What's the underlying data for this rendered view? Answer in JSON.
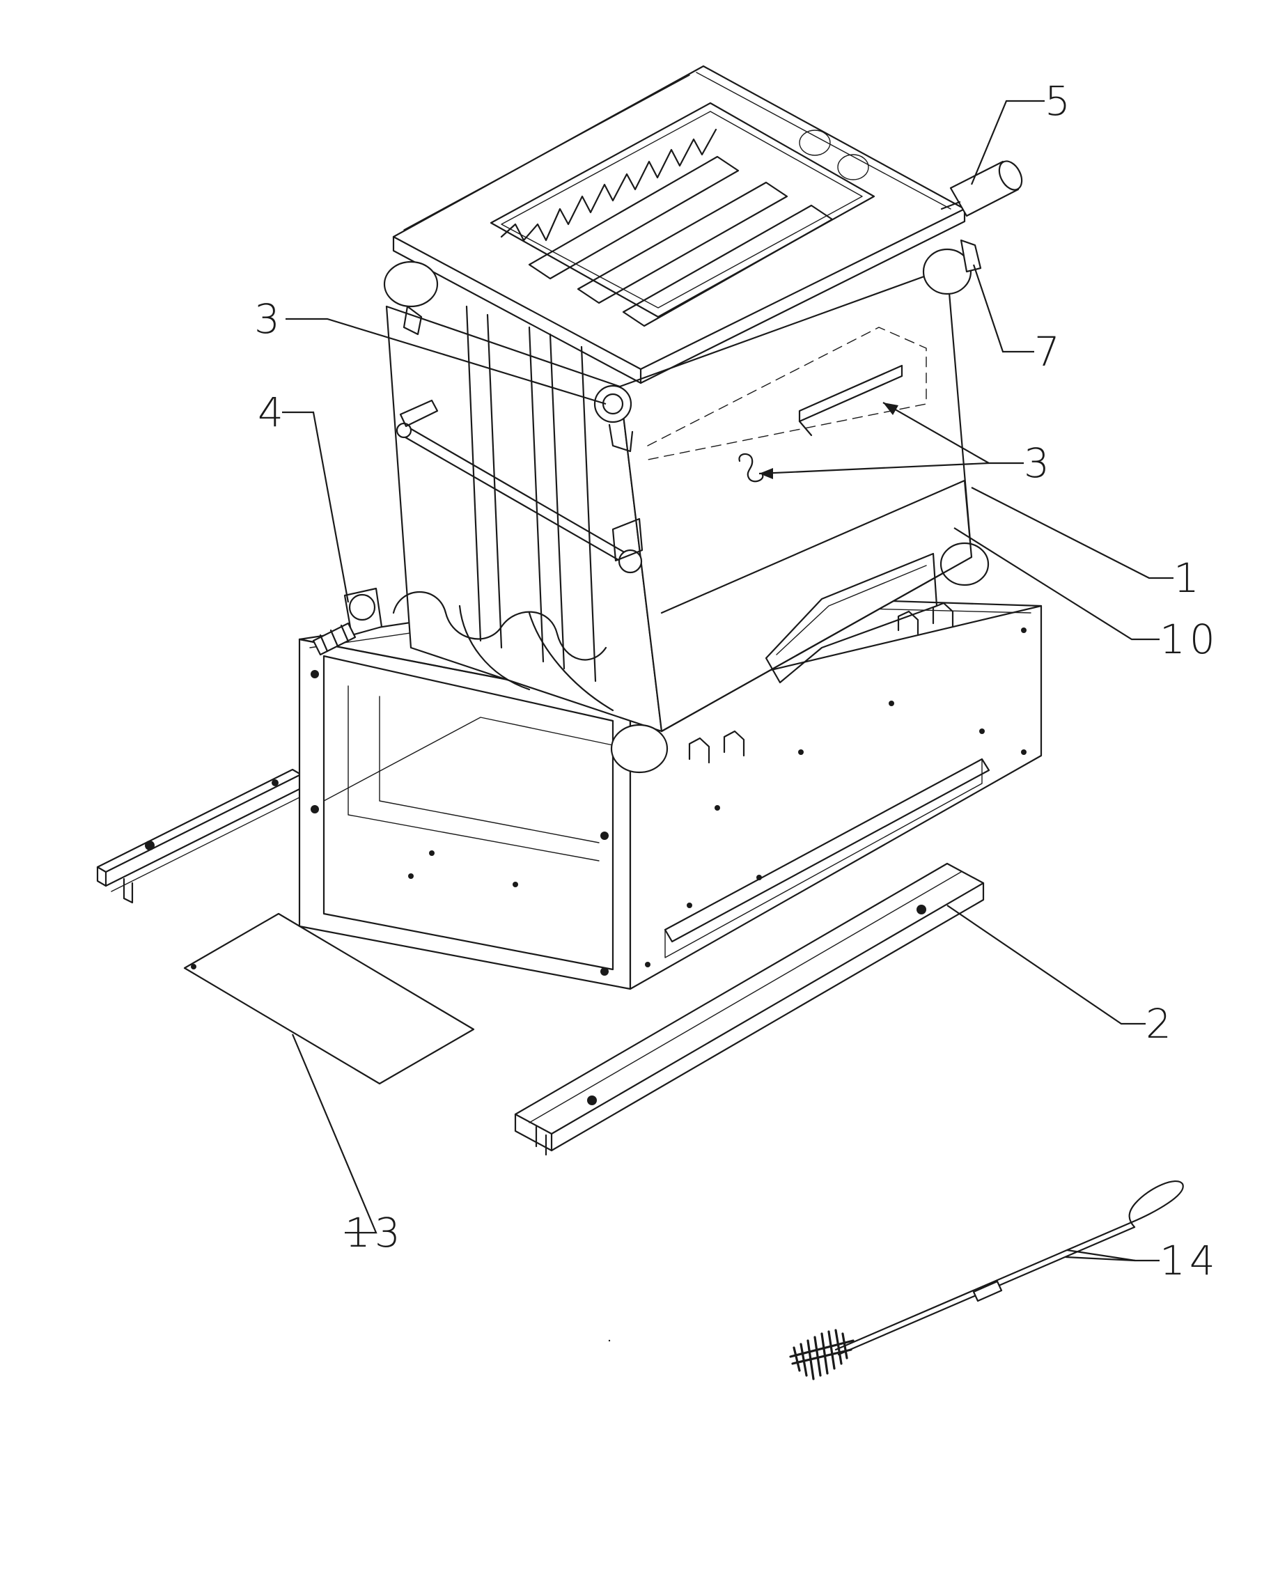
{
  "callouts": {
    "c1": "1",
    "c2": "2",
    "c3_left": "3",
    "c3_right": "3",
    "c4": "4",
    "c5": "5",
    "c7": "7",
    "c10": "10",
    "c13": "13",
    "c14": "14"
  },
  "colors": {
    "line": "#1a1a1a",
    "background": "#ffffff"
  }
}
